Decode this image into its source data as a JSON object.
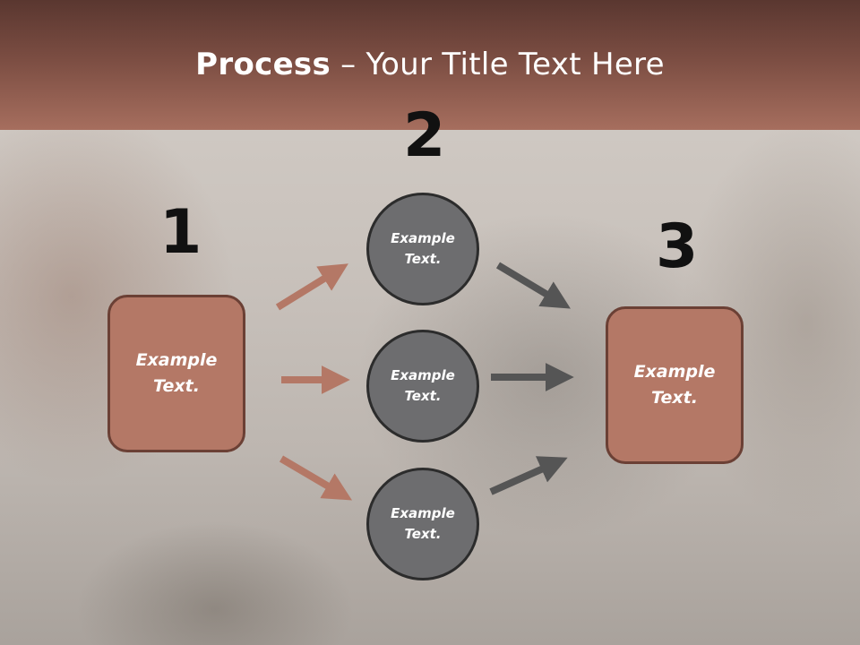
{
  "title": {
    "bold": "Process",
    "rest": " – Your Title Text Here"
  },
  "steps": {
    "one": "1",
    "two": "2",
    "three": "3"
  },
  "left_box": {
    "line1": "Example",
    "line2": "Text."
  },
  "right_box": {
    "line1": "Example",
    "line2": "Text."
  },
  "circles": [
    {
      "line1": "Example",
      "line2": "Text."
    },
    {
      "line1": "Example",
      "line2": "Text."
    },
    {
      "line1": "Example",
      "line2": "Text."
    }
  ],
  "colors": {
    "accent": "#b47866",
    "circle_fill": "#6d6d6f",
    "arrow_in": "#b47866",
    "arrow_out": "#555555"
  }
}
